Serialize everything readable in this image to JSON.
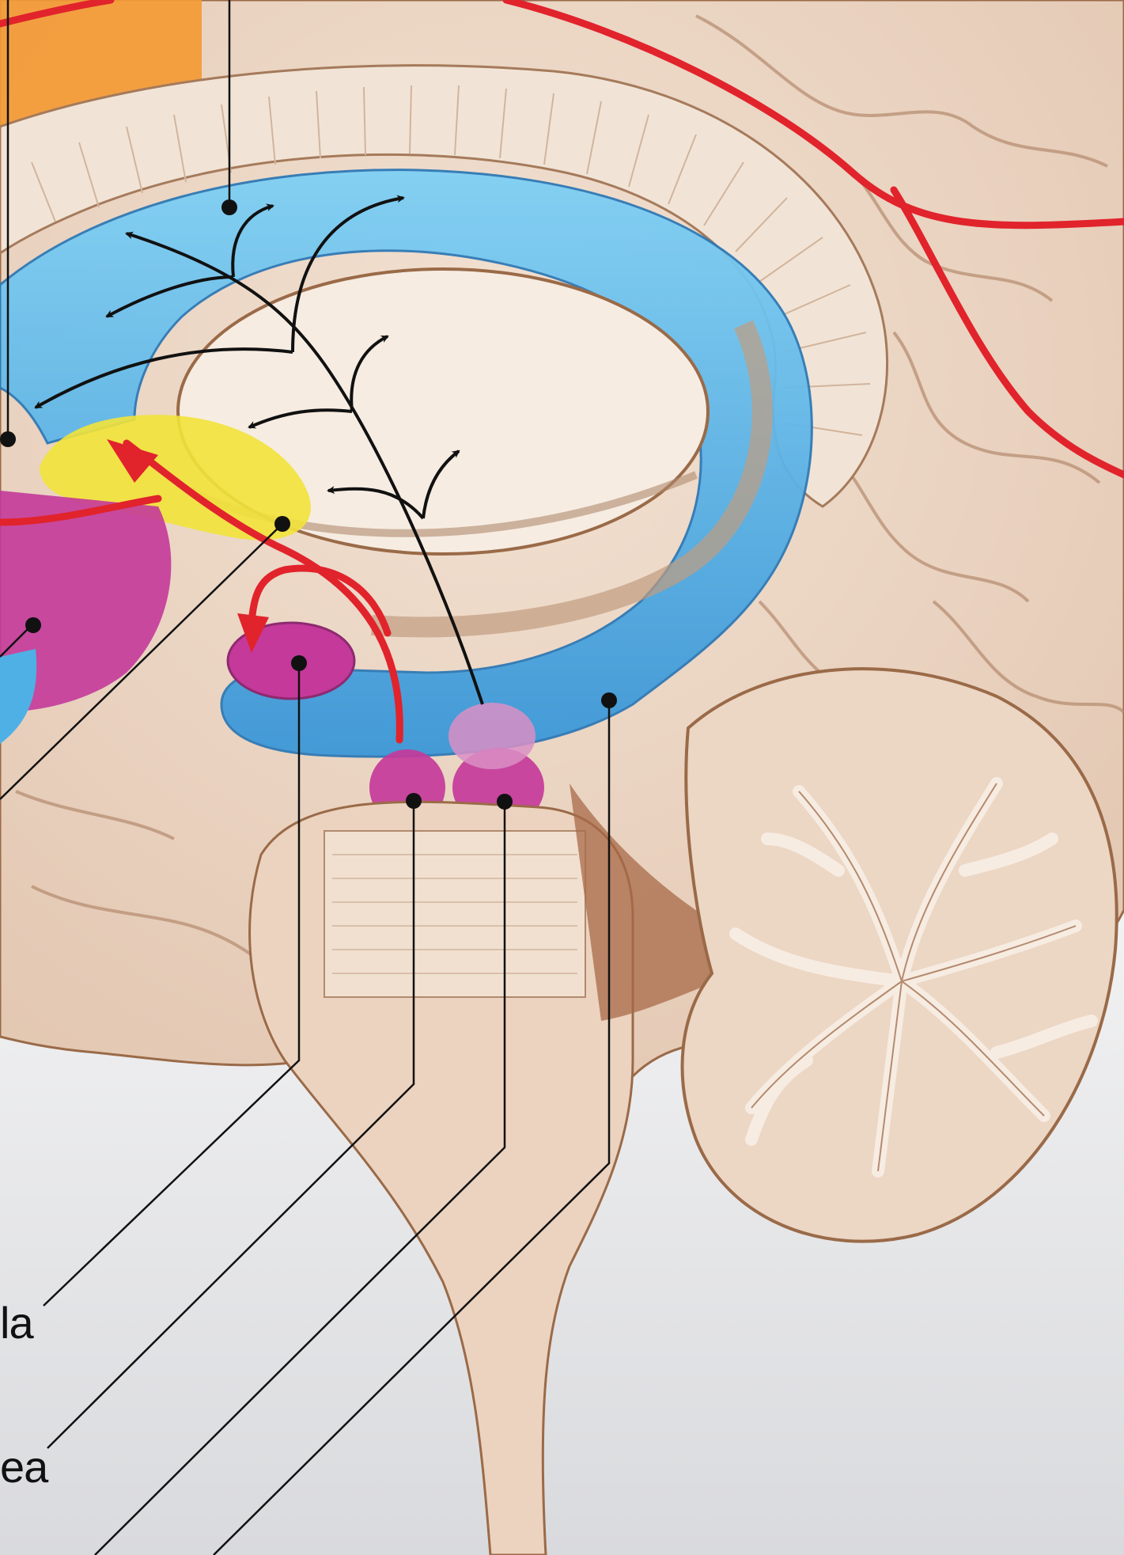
{
  "diagram": {
    "type": "anatomical-illustration",
    "palette": {
      "background": "#ffffff",
      "tissue": "#ecd6c4",
      "tissue_dark": "#d4b098",
      "outline": "#8a5a3a",
      "ventricle_blue": "#4fb0e6",
      "yellow_region": "#f2e33a",
      "magenta_nuclei": "#c4399a",
      "pathway_red": "#e1232c",
      "leader_lines": "#111111",
      "orange_region": "#f39a35"
    },
    "labels": [
      {
        "id": "label-1",
        "text": "la"
      },
      {
        "id": "label-2",
        "text": "ea"
      }
    ]
  }
}
